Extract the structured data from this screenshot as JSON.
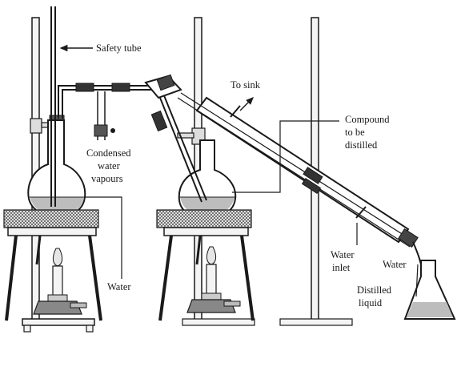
{
  "labels": {
    "safety_tube": "Safety tube",
    "to_sink": "To sink",
    "compound_line1": "Compound",
    "compound_line2": "to be",
    "compound_line3": "distilled",
    "condensed_line1": "Condensed",
    "condensed_line2": "water",
    "condensed_line3": "vapours",
    "water_left": "Water",
    "water_inlet_line1": "Water",
    "water_inlet_line2": "inlet",
    "water_right": "Water",
    "distilled_line1": "Distilled",
    "distilled_line2": "liquid"
  },
  "colors": {
    "ink": "#1a1a1a",
    "liquid": "#bdbdbd",
    "clamp": "#555555",
    "gauze": "#777777"
  }
}
